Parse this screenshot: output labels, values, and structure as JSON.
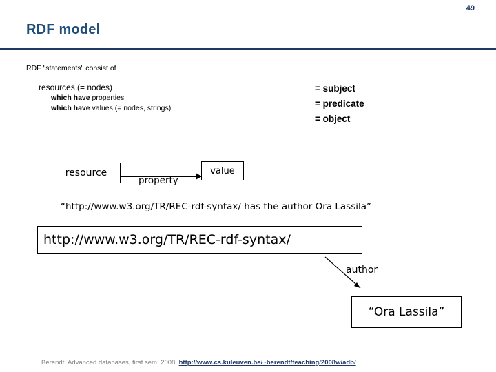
{
  "slide": {
    "number": "49",
    "title": "RDF model",
    "intro": "RDF \"statements\" consist of",
    "bullets": {
      "level1": "resources (= nodes)",
      "level2_a_bold": "which have",
      "level2_a_rest": " properties",
      "level2_b_bold": "which have",
      "level2_b_rest": " values (= nodes, strings)"
    },
    "rhs": {
      "line1": "= subject",
      "line2": "= predicate",
      "line3": "= object"
    },
    "graph": {
      "node_subject": "resource",
      "edge_label": "property",
      "node_object": "value"
    },
    "sentence": "“http://www.w3.org/TR/REC-rdf-syntax/ has the author Ora Lassila”",
    "uri_box": "http://www.w3.org/TR/REC-rdf-syntax/",
    "author_label": "author",
    "lassila_box": "“Ora Lassila”",
    "footer": {
      "text": "Berendt: Advanced databases, first sem. 2008, ",
      "link": "http://www.cs.kuleuven.be/~berendt/teaching/2008w/adb/"
    }
  },
  "colors": {
    "title": "#1F4E79",
    "rule": "#1F3864",
    "slide_number": "#1F3864",
    "footer_text": "#808080",
    "footer_link": "#1F3864"
  }
}
